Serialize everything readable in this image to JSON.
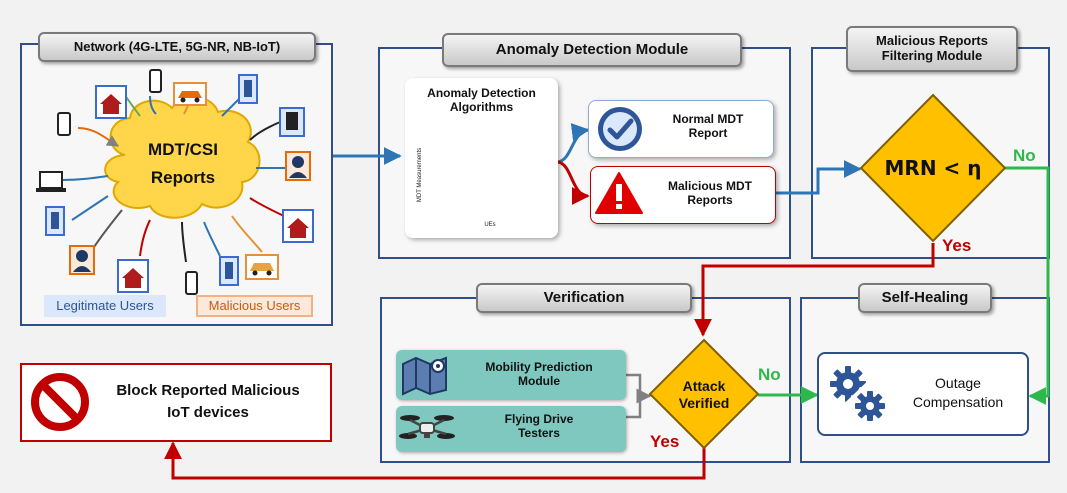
{
  "network": {
    "title": "Network (4G-LTE, 5G-NR, NB-IoT)",
    "cloud_line1": "MDT/CSI",
    "cloud_line2": "Reports",
    "legit_label": "Legitimate Users",
    "malicious_label": "Malicious Users"
  },
  "anomaly": {
    "title": "Anomaly Detection Module",
    "algorithms_line1": "Anomaly Detection",
    "algorithms_line2": "Algorithms",
    "y_axis": "MDT Measurements",
    "x_axis": "UEs",
    "normal_line1": "Normal MDT",
    "normal_line2": "Report",
    "malicious_line1": "Malicious MDT",
    "malicious_line2": "Reports"
  },
  "filtering": {
    "title_line1": "Malicious Reports",
    "title_line2": "Filtering Module",
    "decision": "MRN < η",
    "no_label": "No",
    "yes_label": "Yes"
  },
  "verification": {
    "title": "Verification",
    "mobility_line1": "Mobility Prediction",
    "mobility_line2": "Module",
    "drone_line1": "Flying Drive",
    "drone_line2": "Testers",
    "decision_line1": "Attack",
    "decision_line2": "Verified",
    "no_label": "No",
    "yes_label": "Yes"
  },
  "healing": {
    "title": "Self-Healing",
    "outage_line1": "Outage",
    "outage_line2": "Compensation"
  },
  "block": {
    "line1": "Block Reported Malicious",
    "line2": "IoT devices"
  },
  "colors": {
    "panel_border": "#2f4f8a",
    "flow_blue": "#2e75b6",
    "flow_red": "#c00000",
    "flow_green": "#2db84b",
    "diamond": "#ffc000",
    "teal": "#7fc8c0",
    "icon_blue": "#2e5597"
  }
}
